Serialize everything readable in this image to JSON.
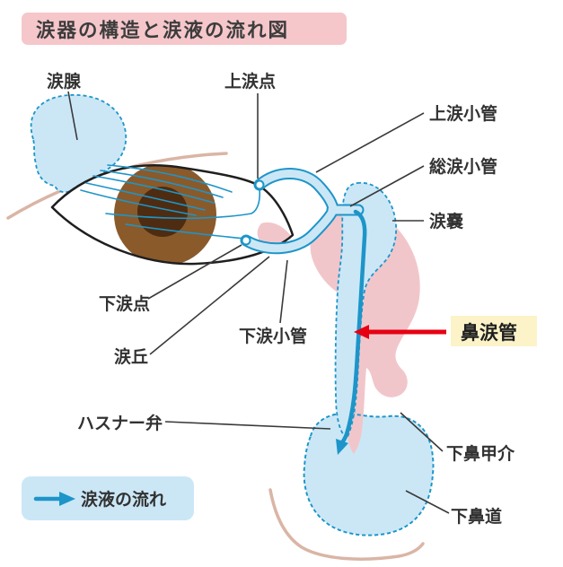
{
  "title": "涙器の構造と涙液の流れ図",
  "labels": {
    "lacrimal_gland": "涙腺",
    "upper_punctum": "上涙点",
    "upper_canaliculus": "上涙小管",
    "common_canaliculus": "総涙小管",
    "lacrimal_sac": "涙嚢",
    "lower_punctum": "下涙点",
    "lacrimal_caruncle": "涙丘",
    "lower_canaliculus": "下涙小管",
    "nasolacrimal_duct": "鼻涙管",
    "hasner_valve": "ハスナー弁",
    "inferior_nasal_concha": "下鼻甲介",
    "inferior_nasal_meatus": "下鼻道"
  },
  "legend": {
    "tear_flow": "涙液の流れ"
  },
  "colors": {
    "banner_pink": "#f5c6ca",
    "region_blue": "#cbe7f6",
    "flow_blue": "#1d95c9",
    "nasal_pink": "#f1c6cb",
    "highlight_yellow": "#fcf4c8",
    "arrow_red": "#e60012",
    "iris_brown": "#8a5a2b",
    "pupil_brown": "#4e2c11",
    "skin_tan": "#dab5a5",
    "text_dark": "#323232"
  }
}
